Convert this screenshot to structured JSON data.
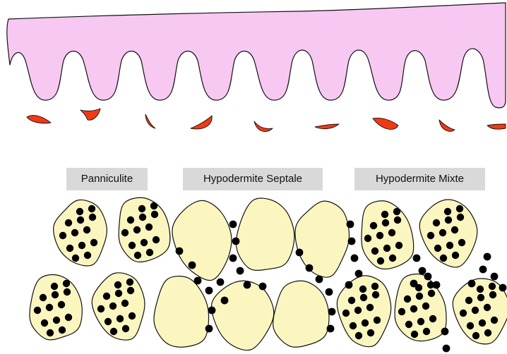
{
  "labels": {
    "panniculite": "Panniculite",
    "septale": "Hypodermite Septale",
    "mixte": "Hypodermite Mixte"
  },
  "colors": {
    "epidermis_fill": "#f7c8f2",
    "vessel_fill": "#f03a14",
    "fat_lobule_fill": "#fbf6c0",
    "infiltrate_dot": "#000000",
    "outline": "#111111",
    "label_background": "#d9d9d9"
  }
}
